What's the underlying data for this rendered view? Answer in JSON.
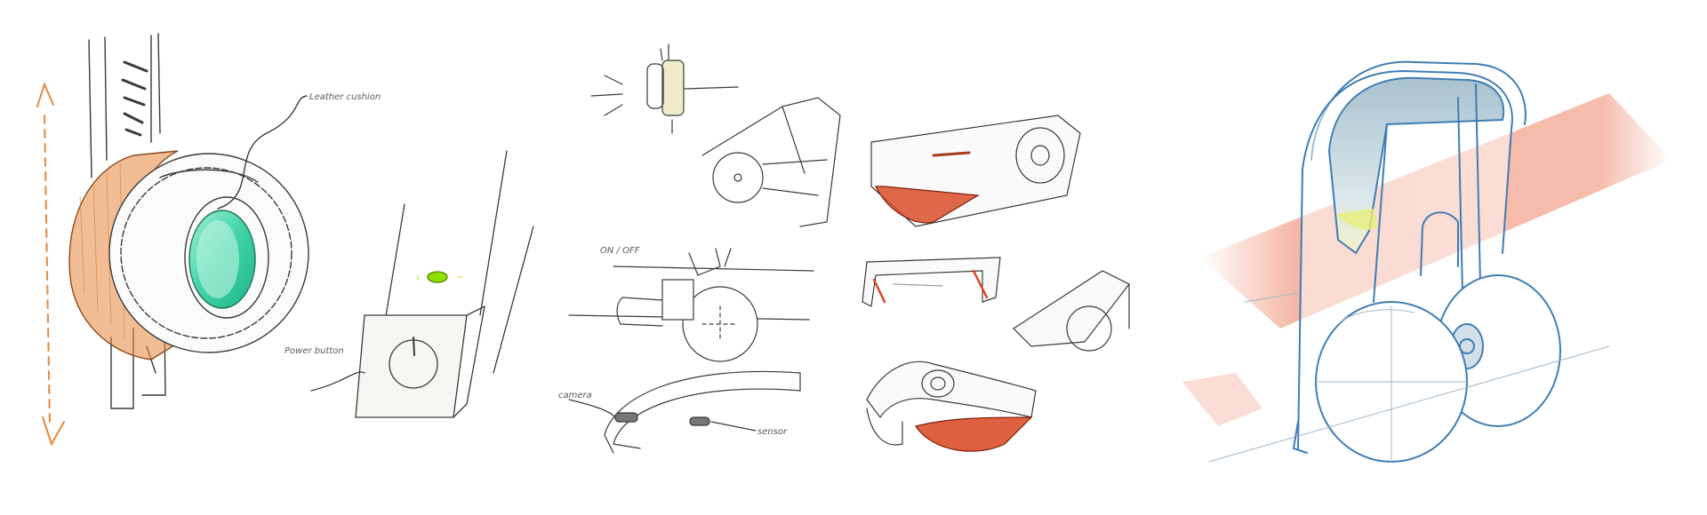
{
  "annotations": {
    "leather_cushion": "Leather cushion",
    "power_button": "Power button",
    "on_off": "ON / OFF",
    "camera": "camera",
    "sensor": "sensor"
  },
  "colors": {
    "pencil": "#3a3a3a",
    "orange_marker": "#e8873c",
    "red_marker": "#d9441e",
    "teal_lens": "#3fd3a6",
    "green_led": "#8fe000",
    "blue_line": "#3f7db5",
    "blue_fill": "#c4d6e0",
    "yellow_marker": "#e9ef7a",
    "salmon_band": "#f2a088",
    "cream_marker": "#efeccb"
  }
}
